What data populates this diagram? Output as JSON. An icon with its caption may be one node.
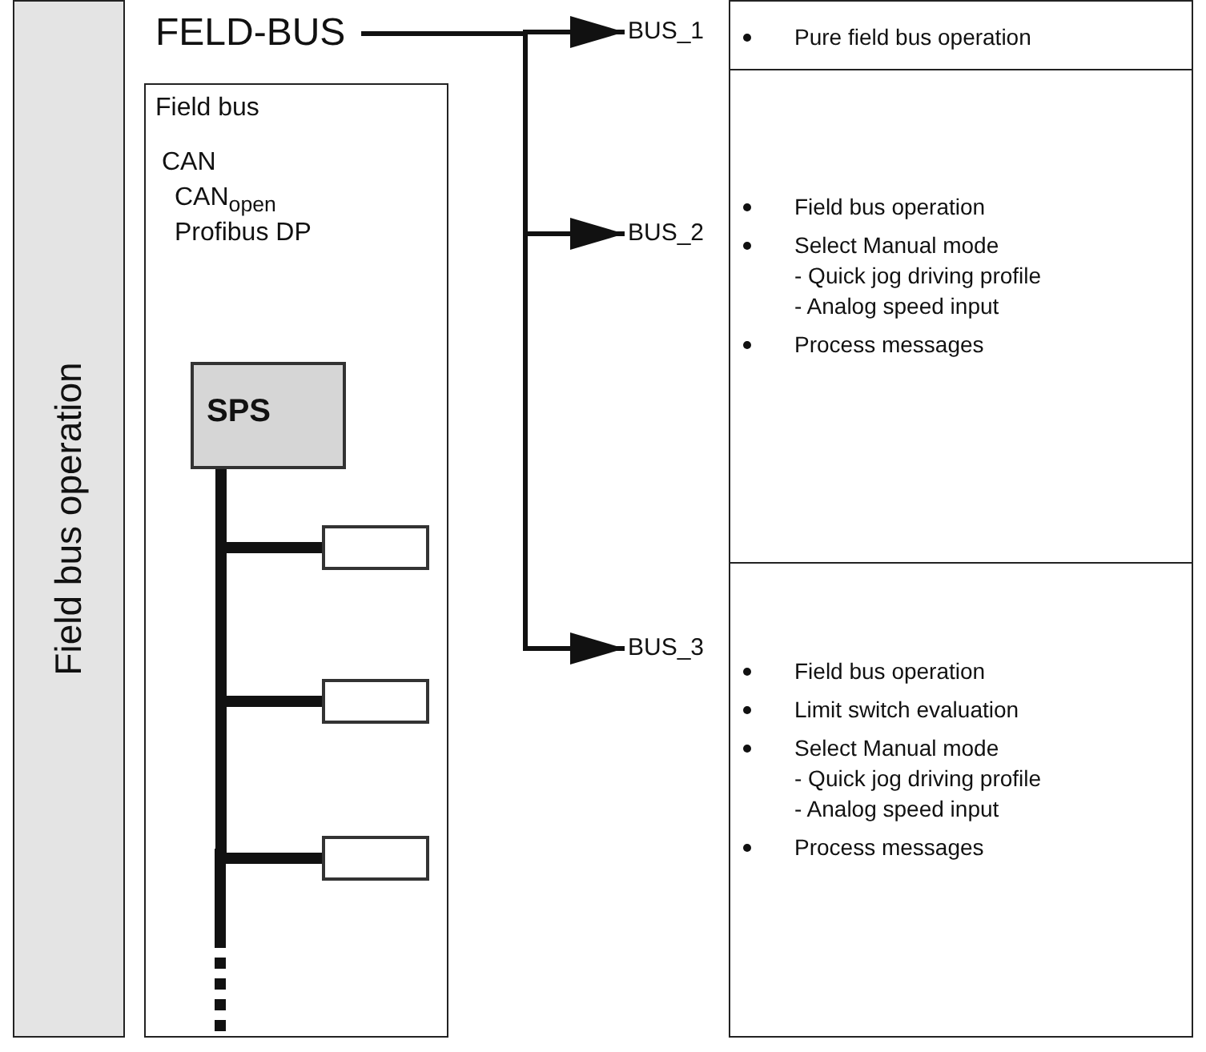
{
  "diagram": {
    "nodes": [
      {
        "text": [
          "Field bus operation"
        ]
      },
      {
        "text": [
          "FELD-BUS"
        ]
      },
      {
        "text": [
          "BUS_1"
        ]
      },
      {
        "text": [
          "BUS_2"
        ]
      },
      {
        "text": [
          "BUS_3"
        ]
      },
      {
        "text": [
          "Pure field bus operation"
        ]
      },
      {
        "text": [
          "Field bus operation",
          "Select Manual mode",
          "- Quick jog driving profile",
          "- Analog speed input",
          "Process messages"
        ]
      },
      {
        "text": [
          "Field bus operation",
          "Limit switch evaluation",
          "Select Manual mode",
          "- Quick jog driving profile",
          "- Analog speed input",
          "Process messages"
        ]
      },
      {
        "text": [
          "Field bus",
          "CAN",
          "CAN$_{open}$",
          "Profibus DP"
        ]
      },
      {
        "text": [
          "SPS"
        ],
        "in": 8
      },
      {
        "text": [],
        "shape": "box",
        "in": 8
      },
      {
        "text": [],
        "shape": "box",
        "in": 8
      },
      {
        "text": [],
        "shape": "box",
        "in": 8
      }
    ],
    "edges": [
      {
        "from": 1,
        "to": 2,
        "arrow": "to"
      },
      {
        "from": 1,
        "to": 3,
        "arrow": "to"
      },
      {
        "from": 1,
        "to": 4,
        "arrow": "to"
      },
      {
        "from": 9,
        "to": 10,
        "arrow": "none",
        "style": "thick"
      },
      {
        "from": 9,
        "to": 11,
        "arrow": "none",
        "style": "thick"
      },
      {
        "from": 9,
        "to": 12,
        "arrow": "none",
        "style": "thick"
      }
    ]
  }
}
